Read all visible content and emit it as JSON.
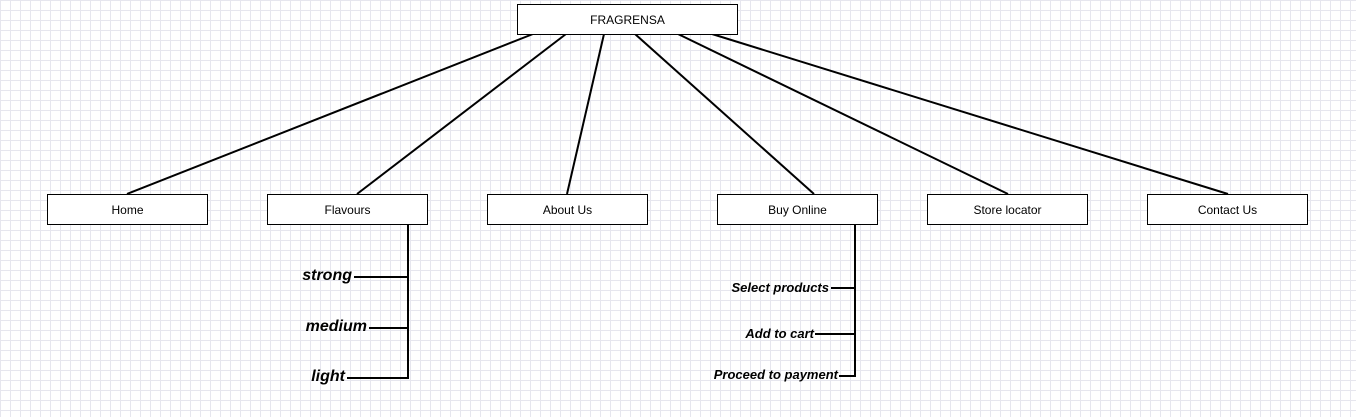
{
  "root": {
    "label": "FRAGRENSA"
  },
  "nodes": [
    {
      "id": "home",
      "label": "Home"
    },
    {
      "id": "flavours",
      "label": "Flavours"
    },
    {
      "id": "about",
      "label": "About Us"
    },
    {
      "id": "buy",
      "label": "Buy Online"
    },
    {
      "id": "store",
      "label": "Store locator"
    },
    {
      "id": "contact",
      "label": "Contact Us"
    }
  ],
  "flavours_children": [
    {
      "label": "strong"
    },
    {
      "label": "medium"
    },
    {
      "label": "light"
    }
  ],
  "buy_children": [
    {
      "label": "Select products"
    },
    {
      "label": "Add to cart"
    },
    {
      "label": "Proceed to payment"
    }
  ]
}
